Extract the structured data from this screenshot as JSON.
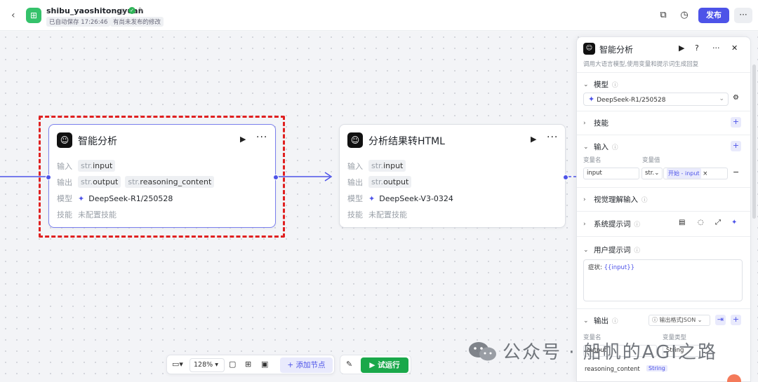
{
  "header": {
    "app_name": "shibu_yaoshitongyuan",
    "autosave": "已自动保存 17:26:46",
    "unpublished": "有尚未发布的修改",
    "publish_label": "发布",
    "more_label": "···"
  },
  "nodes": [
    {
      "title": "智能分析",
      "input_label": "输入",
      "inputs": [
        {
          "type": "str.",
          "name": "input"
        }
      ],
      "output_label": "输出",
      "outputs": [
        {
          "type": "str.",
          "name": "output"
        },
        {
          "type": "str.",
          "name": "reasoning_content"
        }
      ],
      "model_label": "模型",
      "model": "DeepSeek-R1/250528",
      "skill_label": "技能",
      "skill": "未配置技能"
    },
    {
      "title": "分析结果转HTML",
      "input_label": "输入",
      "inputs": [
        {
          "type": "str.",
          "name": "input"
        }
      ],
      "output_label": "输出",
      "outputs": [
        {
          "type": "str.",
          "name": "output"
        }
      ],
      "model_label": "模型",
      "model": "DeepSeek-V3-0324",
      "skill_label": "技能",
      "skill": "未配置技能"
    }
  ],
  "toolbar": {
    "zoom": "128%",
    "add_node": "添加节点",
    "trial_run": "试运行"
  },
  "panel": {
    "title": "智能分析",
    "description": "调用大语言模型,使用变量和提示词生成回复",
    "model_section": "模型",
    "model_value": "DeepSeek-R1/250528",
    "skill_section": "技能",
    "input_section": "输入",
    "var_name_caption": "变量名",
    "var_value_caption": "变量值",
    "input_var_name": "input",
    "input_var_type": "str.",
    "input_var_ref": "开始 - input",
    "visual_section": "视觉理解输入",
    "system_prompt_section": "系统提示词",
    "user_prompt_section": "用户提示词",
    "user_prompt_prefix": "症状: ",
    "user_prompt_var": "{{input}}",
    "output_section": "输出",
    "output_format": "输出格式JSON",
    "output_var_caption": "变量名",
    "output_type_caption": "变量类型",
    "output_var_1": "output",
    "output_type_1": "String",
    "output_var_2": "reasoning_content",
    "output_type_2": "String"
  },
  "watermark": {
    "text": "公众号 · 船帆的AGI之路"
  },
  "colors": {
    "accent": "#4d53e8",
    "run_green": "#1aa84a",
    "selection_red": "#e02020"
  }
}
